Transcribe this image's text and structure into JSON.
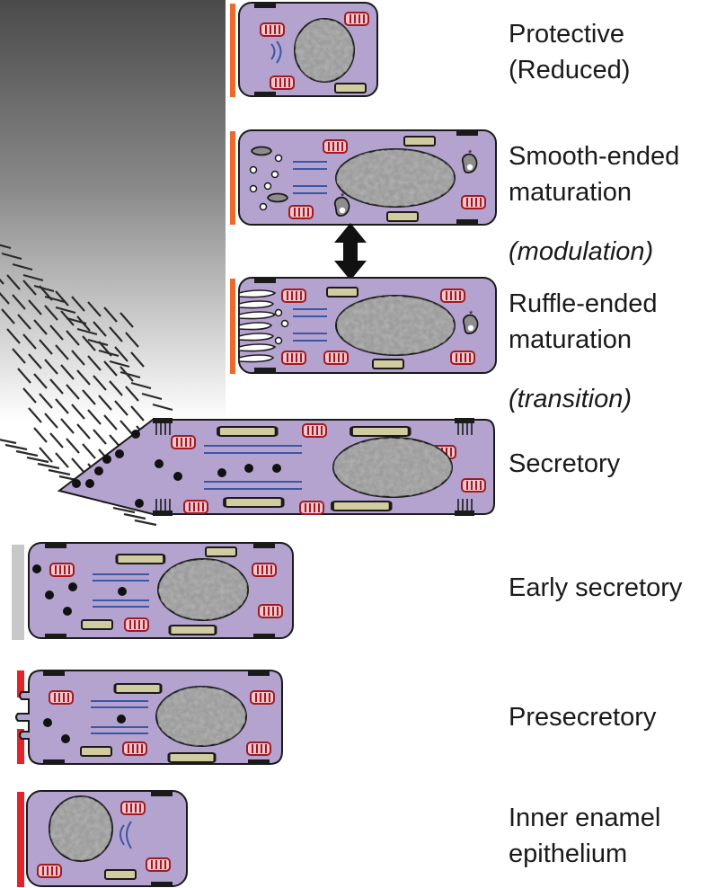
{
  "figure": {
    "title": "Ameloblast life cycle stages",
    "colors": {
      "cytoplasm": "#b4a3cf",
      "outline": "#1a1a1a",
      "mitochondria_fill": "#f6c6cc",
      "mitochondria_stroke": "#9e1b24",
      "golgi": "#3a57a6",
      "er": "#d1cba0",
      "junction": "#1a1a1a",
      "nucleus": "#9d9d9d",
      "border_orange": "#ee6a2c",
      "border_red": "#e2232a",
      "border_gray": "#c8c8c8",
      "enamel_dark": "#4a4a4a"
    }
  },
  "labels": {
    "protective": [
      "Protective",
      "(Reduced)"
    ],
    "smooth": [
      "Smooth-ended",
      "maturation"
    ],
    "modulation": "(modulation)",
    "ruffle": [
      "Ruffle-ended",
      "maturation"
    ],
    "transition": "(transition)",
    "secretory": "Secretory",
    "early": "Early secretory",
    "presecretory": "Presecretory",
    "iee": [
      "Inner enamel",
      "epithelium"
    ]
  }
}
